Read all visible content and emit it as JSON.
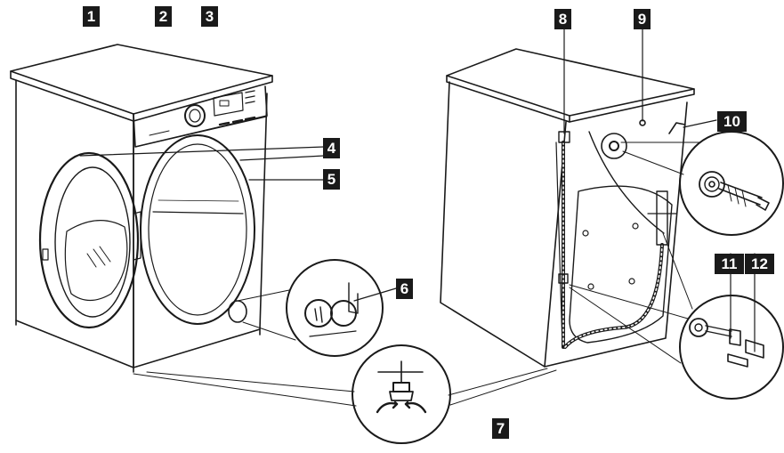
{
  "callouts": {
    "c1": "1",
    "c2": "2",
    "c3": "3",
    "c4": "4",
    "c5": "5",
    "c6": "6",
    "c7": "7",
    "c8": "8",
    "c9": "9",
    "c10": "10",
    "c11": "11",
    "c12": "12"
  },
  "colors": {
    "ink": "#1a1a1a",
    "paper": "#ffffff"
  }
}
